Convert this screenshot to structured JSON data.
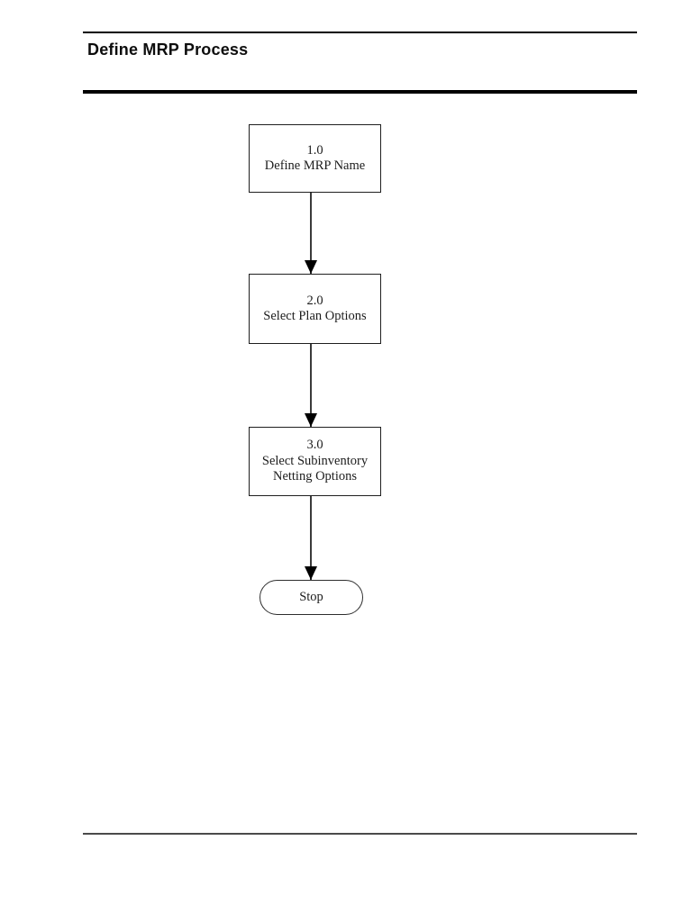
{
  "page": {
    "title": "Define MRP Process"
  },
  "flowchart": {
    "nodes": [
      {
        "id": "1.0",
        "type": "process",
        "number": "1.0",
        "label": "Define MRP Name"
      },
      {
        "id": "2.0",
        "type": "process",
        "number": "2.0",
        "label": "Select Plan Options"
      },
      {
        "id": "3.0",
        "type": "process",
        "number": "3.0",
        "label": "Select Subinventory Netting Options"
      },
      {
        "id": "stop",
        "type": "terminator",
        "label": "Stop"
      }
    ],
    "edges": [
      {
        "from": "1.0",
        "to": "2.0"
      },
      {
        "from": "2.0",
        "to": "3.0"
      },
      {
        "from": "3.0",
        "to": "stop"
      }
    ]
  }
}
